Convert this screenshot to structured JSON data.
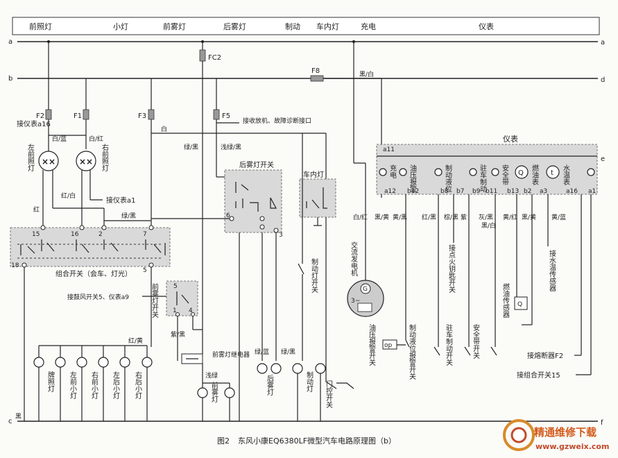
{
  "header": {
    "sections": [
      "前照灯",
      "小灯",
      "前雾灯",
      "后雾灯",
      "制动",
      "车内灯",
      "充电",
      "仪表"
    ]
  },
  "buses": {
    "a": "a",
    "b": "b",
    "c": "c",
    "d": "d",
    "e": "e",
    "f": "f"
  },
  "fuses": {
    "f2": "F2",
    "f1": "F1",
    "f3": "F3",
    "f5": "F5",
    "fc2": "FC2",
    "f8": "F8"
  },
  "labels": {
    "instrument_a16": "接仪表a16",
    "radio_diag": "接收放机、故障诊断接口",
    "white": "白",
    "white_blue": "白/蓝",
    "white_red": "白/红",
    "left_headlamp": "左前照灯",
    "right_headlamp": "右前照灯",
    "red_white": "红/白",
    "to_instrument_a1": "接仪表a1",
    "red": "红",
    "green_black": "绿/黑",
    "shallow_green_black": "浅绿/黑",
    "rear_fog_switch": "后雾灯开关",
    "interior_lamp": "车内灯",
    "black_white": "黑/白",
    "instrument": "仪表",
    "combo_switch": "组合开关（会车、灯光）",
    "blower_switch": "接鼓风开关5、仪表a9",
    "front_fog_switch": "前雾灯开关",
    "brake_switch": "制动灯开关",
    "alternator": "交流发电机",
    "red_yellow": "红/黄",
    "purple_black": "紫/黑",
    "front_fog_relay": "前雾灯继电器",
    "shallow_green": "浅绿",
    "front_fog_lamp": "前雾灯",
    "green_blue": "绿/蓝",
    "green_black2": "绿/黑",
    "rear_fog_lamp": "后雾灯",
    "brake_lamp": "制动灯",
    "door_switch": "门控开关",
    "plate_lamp": "牌照灯",
    "lf_small": "左前小灯",
    "rf_small": "右前小灯",
    "lr_small": "左后小灯",
    "rr_small": "右后小灯",
    "black": "黑",
    "oil_pressure_switch": "油压报警开关",
    "brake_fluid_switch": "制动液位报警开关",
    "parking_switch": "驻车制动开关",
    "seatbelt_switch": "安全带开关",
    "fuel_sensor": "燃油传感器",
    "to_fuse_f2": "接熔断器F2",
    "to_combo15": "接组合开关15",
    "ignition_switch": "接点火钥匙开关",
    "water_temp_sensor": "接水温传感器",
    "white_red2": "白/红",
    "yellow_black": "黄/黑",
    "red_black": "红/黑",
    "brown_black": "棕/黑",
    "purple": "紫",
    "gray_black": "灰/黑",
    "black_white2": "黑/白",
    "yellow_red": "黄/红",
    "black_yellow": "黑/黄",
    "yellow_blue": "黄/蓝",
    "op": "op",
    "g_mark": "G",
    "three_mark": "3~"
  },
  "instrument_items": [
    "充电",
    "油压报警",
    "制动液位",
    "驻车制动",
    "安全带",
    "燃油表",
    "水温表"
  ],
  "instrument_pins": {
    "a11": "a11",
    "a12": "a12",
    "b12": "b12",
    "b8": "b8",
    "b7": "b7",
    "b9": "b9",
    "b11": "b11",
    "b13": "b13",
    "b2": "b2",
    "a3": "a3",
    "a16": "a16",
    "a1": "a1"
  },
  "combo_pins": {
    "p15": "15",
    "p16": "16",
    "p2": "2",
    "p7": "7",
    "p18": "18",
    "p5": "5"
  },
  "small_pins": {
    "p6": "6",
    "p3": "3",
    "p5": "5",
    "p1": "1",
    "p4": "4"
  },
  "icons": {
    "q": "Q",
    "t": "t"
  },
  "caption": {
    "fig": "图2",
    "title": "东风小康EQ6380LF微型汽车电路原理图（b）"
  },
  "watermark": {
    "site": "精通维修下载",
    "url": "www.gzweix.com"
  }
}
